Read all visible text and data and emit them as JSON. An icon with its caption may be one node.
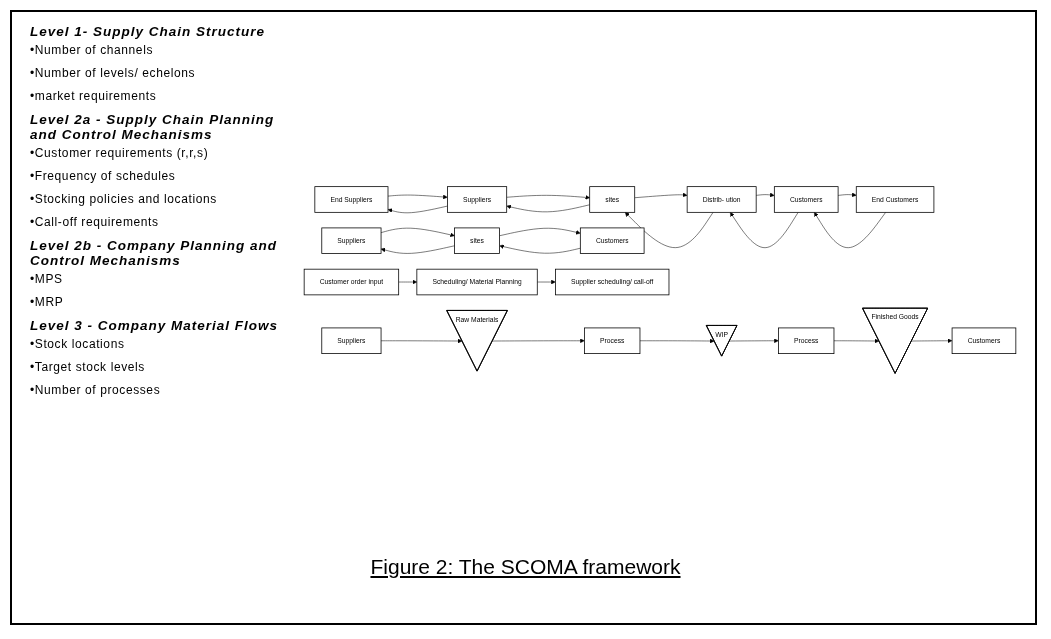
{
  "diagram": {
    "caption": "Figure 2: The SCOMA framework",
    "nodes": [
      {
        "text": [
          "End Suppliers"
        ]
      },
      {
        "text": [
          "Suppliers"
        ]
      },
      {
        "text": [
          "sites"
        ]
      },
      {
        "text": [
          "Distrib- ution"
        ]
      },
      {
        "text": [
          "Customers"
        ]
      },
      {
        "text": [
          "End Customers"
        ]
      },
      {
        "text": [
          "Suppliers"
        ]
      },
      {
        "text": [
          "sites"
        ]
      },
      {
        "text": [
          "Customers"
        ]
      },
      {
        "text": [
          "Supplier scheduling/ call-off"
        ]
      },
      {
        "text": [
          "Scheduling/ Material Planning"
        ]
      },
      {
        "text": [
          "Customer order input"
        ]
      },
      {
        "text": [
          "Suppliers"
        ]
      },
      {
        "text": [
          "Raw Materials"
        ]
      },
      {
        "text": [
          "Process"
        ]
      },
      {
        "text": [
          "WIP"
        ]
      },
      {
        "text": [
          "Process"
        ]
      },
      {
        "text": [
          "Finished Goods"
        ]
      },
      {
        "text": [
          "Customers"
        ]
      }
    ],
    "edges": [
      {
        "from": 0,
        "to": 1,
        "arrow": "to"
      },
      {
        "from": 1,
        "to": 0,
        "arrow": "to"
      },
      {
        "from": 1,
        "to": 2,
        "arrow": "to"
      },
      {
        "from": 2,
        "to": 1,
        "arrow": "to"
      },
      {
        "from": 2,
        "to": 3,
        "arrow": "to"
      },
      {
        "from": 3,
        "to": 2,
        "arrow": "to"
      },
      {
        "from": 3,
        "to": 4,
        "arrow": "to"
      },
      {
        "from": 4,
        "to": 3,
        "arrow": "to"
      },
      {
        "from": 4,
        "to": 5,
        "arrow": "to"
      },
      {
        "from": 5,
        "to": 4,
        "arrow": "to"
      },
      {
        "from": 6,
        "to": 7,
        "arrow": "to"
      },
      {
        "from": 7,
        "to": 6,
        "arrow": "to"
      },
      {
        "from": 7,
        "to": 8,
        "arrow": "to"
      },
      {
        "from": 8,
        "to": 7,
        "arrow": "to"
      },
      {
        "from": 11,
        "to": 10,
        "arrow": "to"
      },
      {
        "from": 10,
        "to": 9,
        "arrow": "to"
      },
      {
        "from": 12,
        "to": 13,
        "arrow": "to"
      },
      {
        "from": 13,
        "to": 14,
        "arrow": "to"
      },
      {
        "from": 14,
        "to": 15,
        "arrow": "to"
      },
      {
        "from": 15,
        "to": 16,
        "arrow": "to"
      },
      {
        "from": 16,
        "to": 17,
        "arrow": "to"
      },
      {
        "from": 17,
        "to": 18,
        "arrow": "to"
      }
    ],
    "labels": [
      "Level 1- Supply Chain Structure",
      "•Number of channels",
      "•Number of levels/ echelons",
      "•market requirements",
      "Level 2a - Supply Chain Planning and Control Mechanisms",
      "•Customer requirements (r,r,s)",
      "•Frequency of schedules",
      "•Stocking policies and locations",
      "•Call-off requirements",
      "Level 2b - Company Planning and Control Mechanisms",
      "•MPS",
      "•MRP",
      "Level 3 - Company Material Flows",
      "•Stock locations",
      "•Target stock levels",
      "•Number of processes"
    ]
  }
}
